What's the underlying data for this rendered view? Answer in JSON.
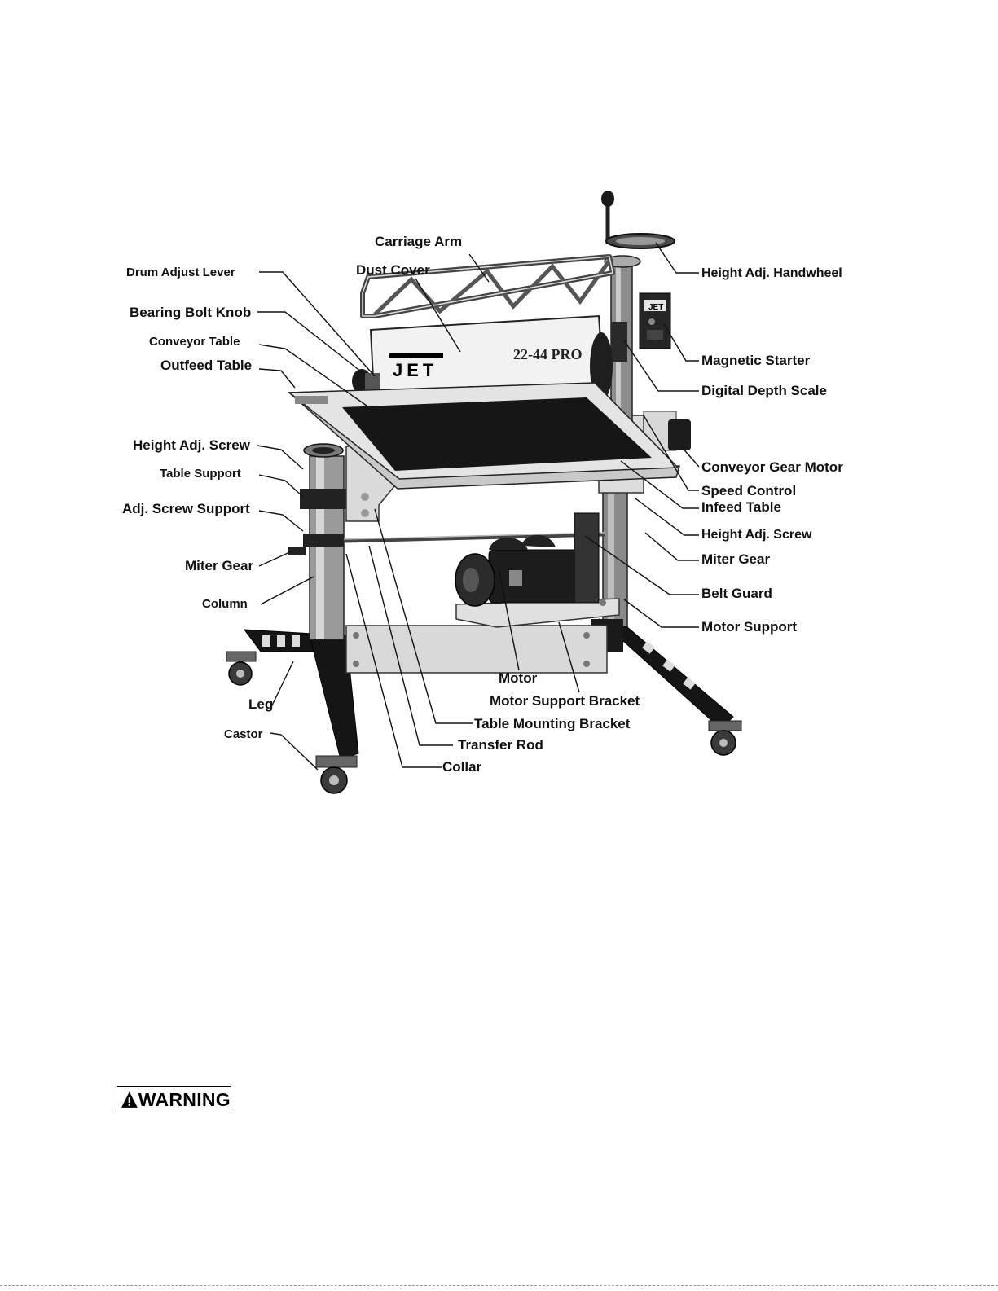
{
  "machine": {
    "brand_badge": "JET",
    "model_badge": "22-44 PRO",
    "console_badge": "JET"
  },
  "labels": {
    "carriage_arm": "Carriage Arm",
    "drum_adjust_lever": "Drum Adjust Lever",
    "dust_cover": "Dust Cover",
    "bearing_bolt_knob": "Bearing Bolt Knob",
    "conveyor_table": "Conveyor Table",
    "outfeed_table": "Outfeed Table",
    "height_adj_screw_left": "Height Adj. Screw",
    "table_support": "Table Support",
    "adj_screw_support": "Adj. Screw Support",
    "miter_gear_left": "Miter Gear",
    "column": "Column",
    "leg": "Leg",
    "castor": "Castor",
    "height_adj_handwheel": "Height Adj. Handwheel",
    "magnetic_starter": "Magnetic Starter",
    "digital_depth_scale": "Digital Depth Scale",
    "conveyor_gear_motor": "Conveyor Gear Motor",
    "speed_control": "Speed Control",
    "infeed_table": "Infeed Table",
    "height_adj_screw_right": "Height Adj. Screw",
    "miter_gear_right": "Miter Gear",
    "belt_guard": "Belt Guard",
    "motor_support": "Motor Support",
    "motor": "Motor",
    "motor_support_bracket": "Motor Support Bracket",
    "table_mounting_bracket": "Table Mounting Bracket",
    "transfer_rod": "Transfer Rod",
    "collar": "Collar"
  },
  "warning": {
    "label": "WARNING"
  }
}
